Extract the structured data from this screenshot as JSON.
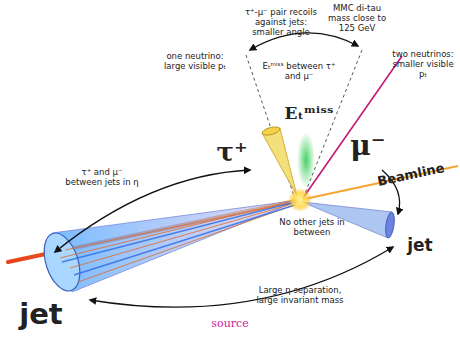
{
  "diagram": {
    "labels": [
      "τ⁺-μ⁻ pair recoils against jets: smaller angle",
      "MMC di-tau mass close to 125 GeV",
      "one neutrino: large visible pₜ",
      "two neutrinos: smaller visible pₜ",
      "Eₜᵐⁱˢˢ between τ⁺ and μ⁻",
      "τ⁺",
      "Eₜᵐⁱˢˢ",
      "μ⁻",
      "Beamline",
      "τ⁺ and μ⁻ between jets in η",
      "No other jets in between",
      "jet",
      "jet",
      "Large η separation, large invariant mass",
      "source"
    ]
  }
}
